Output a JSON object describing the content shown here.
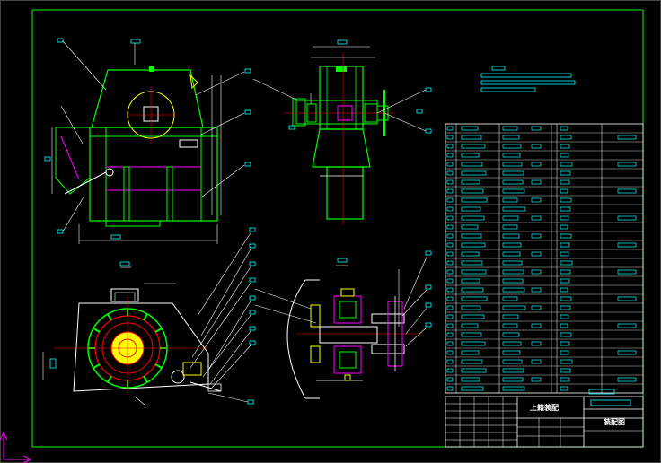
{
  "colors": {
    "background": "#000000",
    "frame": "#00ff00",
    "linework": "#00ff00",
    "fill_green": "#00cc00",
    "dimension": "#ffffff",
    "annotation_box": "#00ffff",
    "centerline": "#ff0000",
    "magenta": "#ff00ff",
    "yellow": "#ffff00",
    "ucs": "#ff00ff"
  },
  "views": {
    "front_view": "front-view",
    "side_view": "side-view",
    "section_a": "section-a-a",
    "section_b": "section-b-b"
  },
  "title_block": {
    "drawing_title": "上籍装配",
    "drawing_subtitle": "装配图"
  },
  "parts_list": {
    "row_count": 30
  }
}
